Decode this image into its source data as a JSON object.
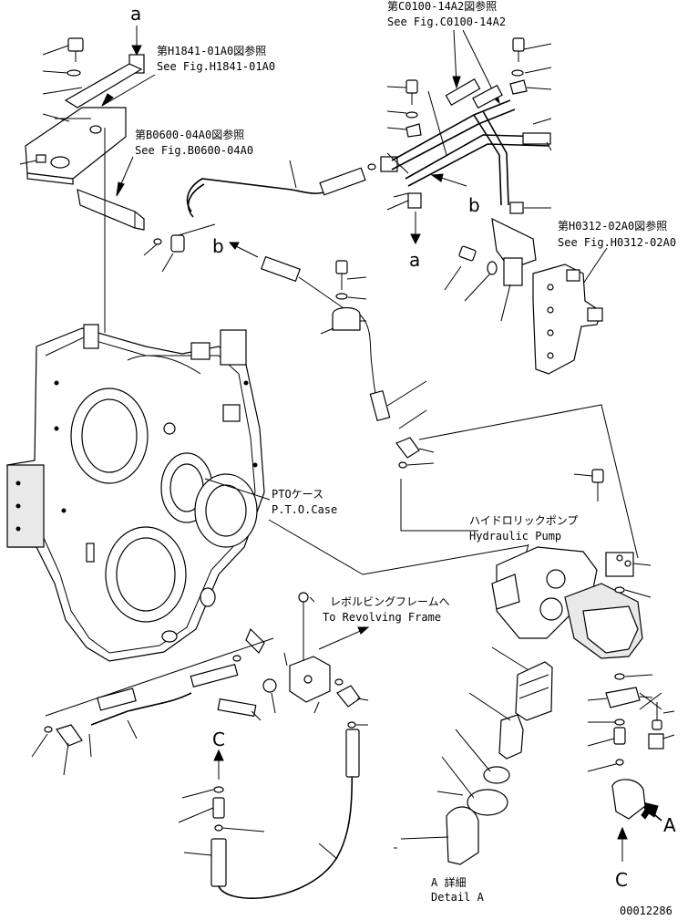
{
  "refs": {
    "h1841_jp": "第H1841-01A0図参照",
    "h1841_en": "See Fig.H1841-01A0",
    "b0600_jp": "第B0600-04A0図参照",
    "b0600_en": "See Fig.B0600-04A0",
    "c0100_jp": "第C0100-14A2図参照",
    "c0100_en": "See Fig.C0100-14A2",
    "h0312_jp": "第H0312-02A0図参照",
    "h0312_en": "See Fig.H0312-02A0"
  },
  "labels": {
    "pto_jp": "PTOケース",
    "pto_en": "P.T.O.Case",
    "pump_jp": "ハイドロリックポンプ",
    "pump_en": "Hydraulic Pump",
    "frame_jp": "レボルビングフレームへ",
    "frame_en": "To Revolving Frame",
    "detail_jp": "A 詳細",
    "detail_en": "Detail A"
  },
  "markers": {
    "a": "a",
    "b": "b",
    "c": "C",
    "big_a": "A"
  },
  "drawing_number": "00012286"
}
